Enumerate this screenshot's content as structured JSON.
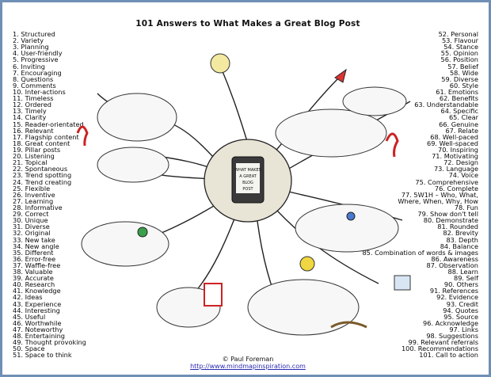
{
  "title": "101 Answers to What Makes a Great Blog Post",
  "left_items": [
    "1. Structured",
    "2. Variety",
    "3. Planning",
    "4. User-friendly",
    "5. Progressive",
    "6. Inviting",
    "7. Encouraging",
    "8. Questions",
    "9. Comments",
    "10. Inter-actions",
    "11. Timeless",
    "12. Ordered",
    "13. Timely",
    "14. Clarity",
    "15. Reader-orientated",
    "16. Relevant",
    "17. Flagship content",
    "18. Great content",
    "19. Pillar posts",
    "20. Listening",
    "21. Topical",
    "22. Spontaneous",
    "23. Trend spotting",
    "24. Trend creating",
    "25. Flexible",
    "26. Inventive",
    "27. Learning",
    "28. Informative",
    "29. Correct",
    "30. Unique",
    "31. Diverse",
    "32. Original",
    "33. New take",
    "34. New angle",
    "35. Different",
    "36. Error-free",
    "37. Waffle-free",
    "38. Valuable",
    "39. Accurate",
    "40. Research",
    "41. Knowledge",
    "42. Ideas",
    "43. Experience",
    "44. Interesting",
    "45. Useful",
    "46. Worthwhile",
    "47. Noteworthy",
    "48. Entertaining",
    "49. Thought provoking",
    "50. Space",
    "51. Space to think"
  ],
  "right_items": [
    "52. Personal",
    "53. Flavour",
    "54. Stance",
    "55. Opinion",
    "56. Position",
    "57. Belief",
    "58. Wide",
    "59. Diverse",
    "60. Style",
    "61. Emotions",
    "62. Benefits",
    "63. Understandable",
    "64. Specific",
    "65. Clear",
    "66. Genuine",
    "67. Relate",
    "68. Well-paced",
    "69. Well-spaced",
    "70. Inspiring",
    "71. Motivating",
    "72. Design",
    "73. Language",
    "74. Voice",
    "75. Comprehensive",
    "76. Complete",
    "77. 5W1H – Who, What,",
    "Where, When, Why, How",
    "78. Fun",
    "79. Show don't tell",
    "80. Demonstrate",
    "81. Rounded",
    "82. Brevity",
    "83. Depth",
    "84. Balance",
    "85. Combination of words & images",
    "86. Awareness",
    "87. Observation",
    "88. Learn",
    "89. Self",
    "90. Others",
    "91. References",
    "92. Evidence",
    "93. Credit",
    "94. Quotes",
    "95. Source",
    "96. Acknowledge",
    "97. Links",
    "98. Suggestions",
    "99. Relevant referrals",
    "100. Recommendations",
    "101. Call to action"
  ],
  "center_label": "WHAT MAKES A GREAT BLOG POST",
  "credit": {
    "author": "© Paul Foreman",
    "url": "http://www.mindmapinspiration.com"
  }
}
